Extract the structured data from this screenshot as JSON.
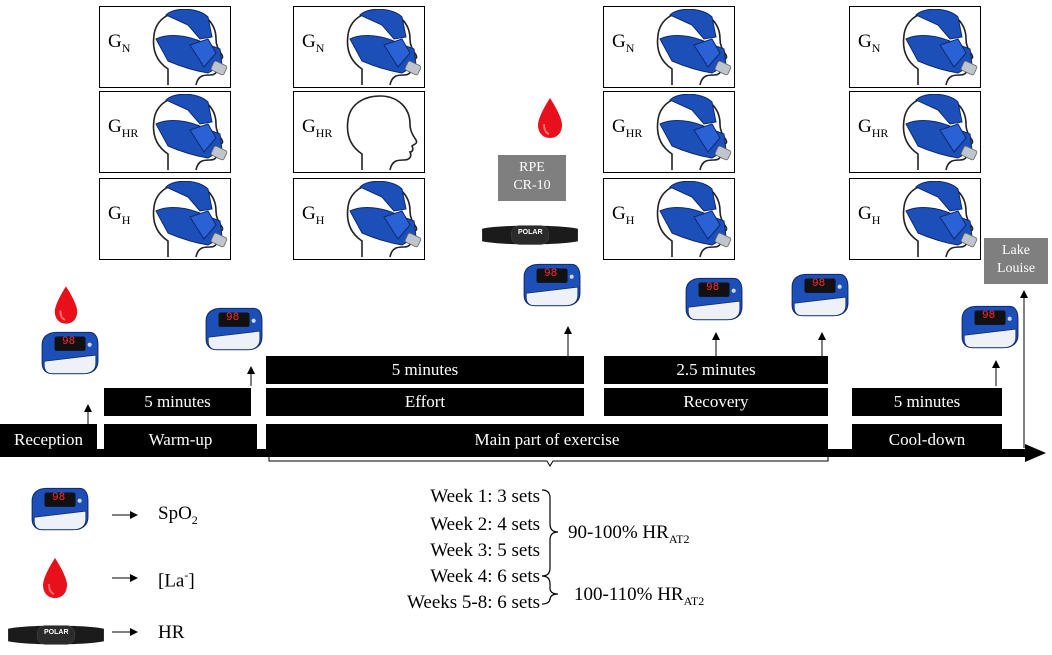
{
  "colors": {
    "mask": "#1d4fb8",
    "blood": "#e8101a",
    "bar": "#000000",
    "gray_box": "#7f7f7f"
  },
  "icons": [
    "oximeter-icon",
    "blood-drop-icon",
    "heart-rate-strap-icon",
    "head-with-mask-icon",
    "head-outline-icon"
  ],
  "groups": {
    "n": {
      "base": "G",
      "sub": "N"
    },
    "hr": {
      "base": "G",
      "sub": "HR"
    },
    "h": {
      "base": "G",
      "sub": "H"
    }
  },
  "rpe_box": {
    "line1": "RPE",
    "line2": "CR-10"
  },
  "lake_louise_box": {
    "line1": "Lake",
    "line2": "Louise"
  },
  "strap_brand": "POLAR",
  "oximeter_readout": "98",
  "timeline": {
    "reception": "Reception",
    "warmup_label": "Warm-up",
    "warmup_duration": "5 minutes",
    "main_label": "Main part of exercise",
    "effort_label": "Effort",
    "effort_duration": "5 minutes",
    "recovery_label": "Recovery",
    "recovery_duration": "2.5 minutes",
    "cooldown_label": "Cool-down",
    "cooldown_duration": "5 minutes"
  },
  "legend": {
    "spo2": {
      "base": "SpO",
      "sub": "2"
    },
    "lactate": {
      "prefix": "[La",
      "sup": "-",
      "suffix": "]"
    },
    "hr": "HR"
  },
  "weeks": [
    "Week 1: 3 sets",
    "Week 2: 4 sets",
    "Week 3: 5 sets",
    "Week 4: 6 sets",
    "Weeks 5-8: 6 sets"
  ],
  "intensity": {
    "first": {
      "base": "90-100% HR",
      "sub": "AT2"
    },
    "second": {
      "base": "100-110% HR",
      "sub": "AT2"
    }
  }
}
